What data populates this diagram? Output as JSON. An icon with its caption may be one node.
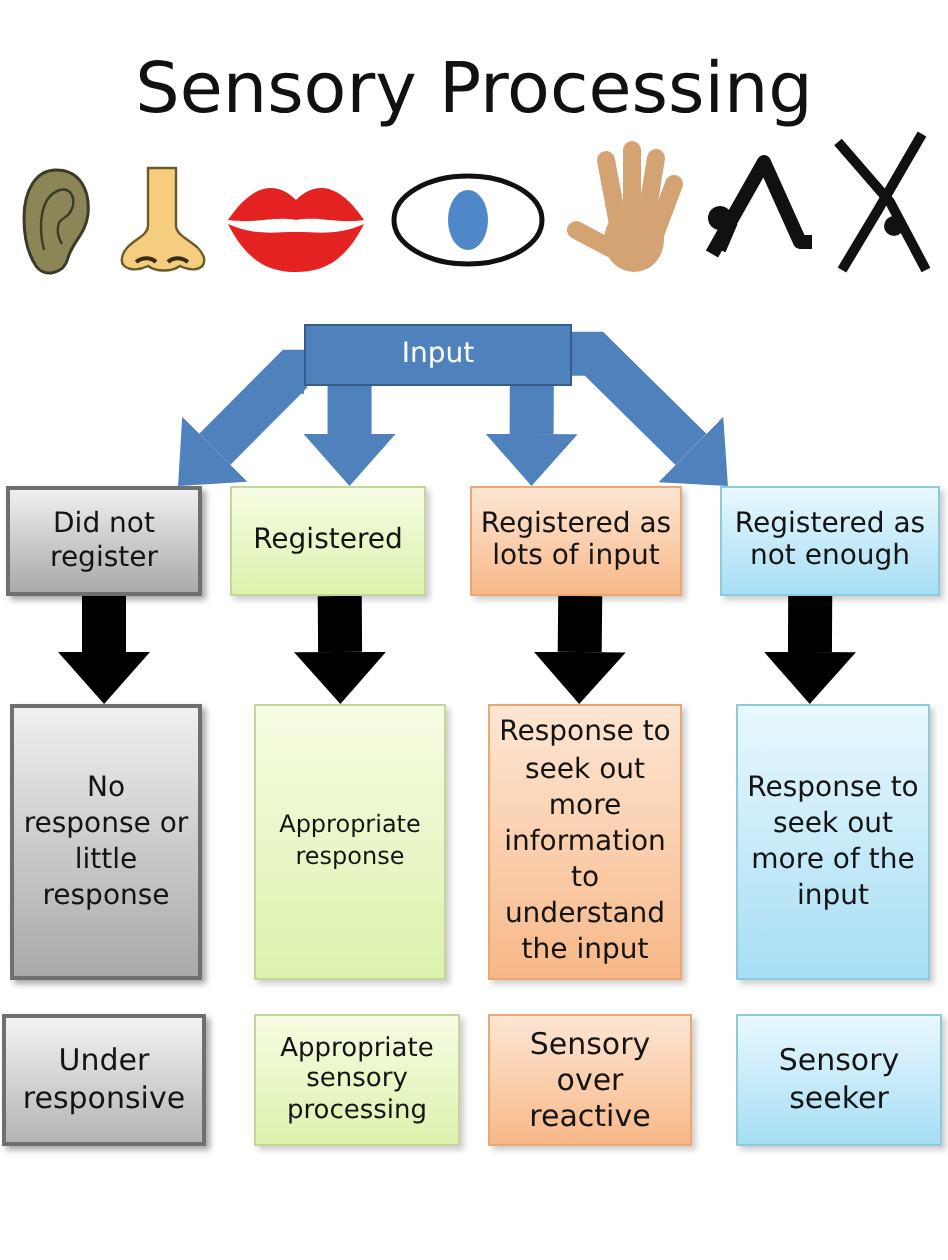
{
  "diagram": {
    "title": "Sensory Processing",
    "nodes": [
      {
        "text": [
          "Input"
        ]
      },
      {
        "text": [
          "Did not register"
        ]
      },
      {
        "text": [
          "Registered"
        ]
      },
      {
        "text": [
          "Registered as lots of input"
        ]
      },
      {
        "text": [
          "Registered as not enough"
        ]
      },
      {
        "text": [
          "No response or little response"
        ]
      },
      {
        "text": [
          "Appropriate response"
        ]
      },
      {
        "text": [
          "Response to seek out more information to understand the input"
        ]
      },
      {
        "text": [
          "Response to seek out more of the input"
        ]
      },
      {
        "text": [
          "Under responsive"
        ]
      },
      {
        "text": [
          "Appropriate sensory processing"
        ]
      },
      {
        "text": [
          "Sensory over reactive"
        ]
      },
      {
        "text": [
          "Sensory seeker"
        ]
      }
    ],
    "edges": [
      {
        "from": 0,
        "to": 1,
        "arrow": "to",
        "color": "#4f81bd"
      },
      {
        "from": 0,
        "to": 2,
        "arrow": "to",
        "color": "#4f81bd"
      },
      {
        "from": 0,
        "to": 3,
        "arrow": "to",
        "color": "#4f81bd"
      },
      {
        "from": 0,
        "to": 4,
        "arrow": "to",
        "color": "#4f81bd"
      },
      {
        "from": 1,
        "to": 5,
        "arrow": "to",
        "color": "#000000"
      },
      {
        "from": 2,
        "to": 6,
        "arrow": "to",
        "color": "#000000"
      },
      {
        "from": 3,
        "to": 7,
        "arrow": "to",
        "color": "#000000"
      },
      {
        "from": 4,
        "to": 8,
        "arrow": "to",
        "color": "#000000"
      }
    ]
  }
}
